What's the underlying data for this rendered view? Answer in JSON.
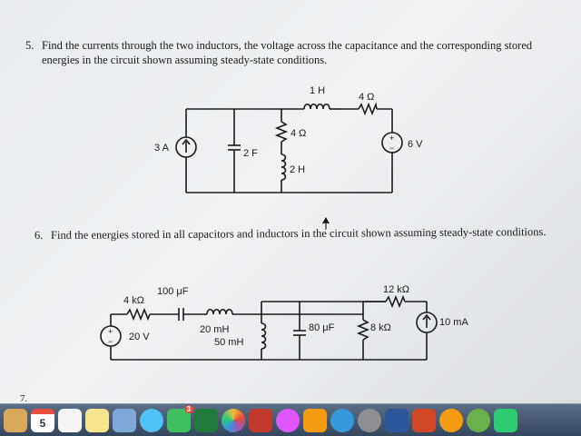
{
  "problem5": {
    "number": "5.",
    "text": "Find the currents through the two inductors, the voltage across the capacitance and the corresponding stored energies in the circuit shown assuming steady-state conditions.",
    "labels": {
      "current_source": "3 A",
      "capacitor": "2 F",
      "resistor_mid": "4 Ω",
      "inductor_mid": "2 H",
      "inductor_top": "1 H",
      "resistor_top": "4 Ω",
      "voltage_source": "6 V",
      "plus": "+",
      "minus": "−"
    }
  },
  "problem6": {
    "number": "6.",
    "text": "Find the energies stored in all capacitors and inductors in the circuit shown assuming steady-state conditions.",
    "labels": {
      "resistor_left": "4 kΩ",
      "capacitor_series": "100 μF",
      "inductor_series": "20 mH",
      "voltage_source": "20 V",
      "inductor_shunt": "50 mH",
      "capacitor_shunt": "80 μF",
      "resistor_shunt": "8 kΩ",
      "resistor_top": "12 kΩ",
      "current_source": "10 mA",
      "plus": "+",
      "minus": "−"
    }
  },
  "problem7": {
    "number": "7."
  },
  "dock": {
    "calendar_day": "5",
    "calendar_badge": "3",
    "items": [
      {
        "icon": "finder-icon",
        "color": "#d9a85a"
      },
      {
        "icon": "calendar-icon",
        "color": "#ffffff"
      },
      {
        "icon": "reminders-icon",
        "color": "#f4f4f4"
      },
      {
        "icon": "notes-icon",
        "color": "#f6e58d"
      },
      {
        "icon": "preview-icon",
        "color": "#7fa7d8"
      },
      {
        "icon": "messages-icon",
        "color": "#4fc3f7"
      },
      {
        "icon": "facetime-icon",
        "color": "#3fbf5f"
      },
      {
        "icon": "excel-icon",
        "color": "#1f7a3c"
      },
      {
        "icon": "photos-icon",
        "color": "#f5b83d"
      },
      {
        "icon": "photo-booth-icon",
        "color": "#c0392b"
      },
      {
        "icon": "itunes-icon",
        "color": "#e056fd"
      },
      {
        "icon": "ibooks-icon",
        "color": "#f39c12"
      },
      {
        "icon": "app-store-icon",
        "color": "#3498db"
      },
      {
        "icon": "system-preferences-icon",
        "color": "#8e8e93"
      },
      {
        "icon": "word-icon",
        "color": "#2b579a"
      },
      {
        "icon": "powerpoint-icon",
        "color": "#d24726"
      },
      {
        "icon": "onenote-icon",
        "color": "#f39c12"
      },
      {
        "icon": "gear-icon",
        "color": "#6ab04c"
      },
      {
        "icon": "maps-icon",
        "color": "#2ecc71"
      }
    ]
  }
}
